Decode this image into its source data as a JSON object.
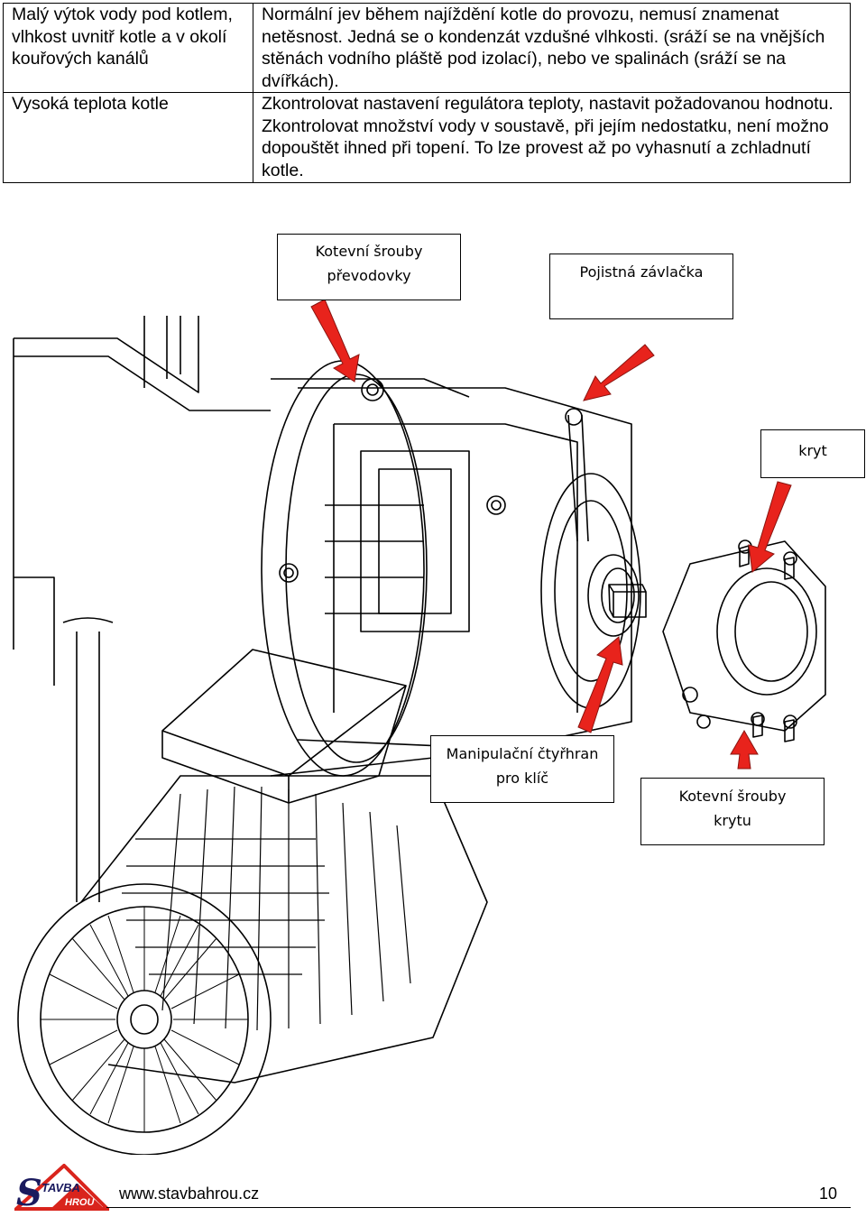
{
  "table": {
    "rows": [
      {
        "cause": "Malý výtok vody pod kotlem, vlhkost uvnitř kotle a v okolí kouřových kanálů",
        "remedy": "Normální jev během najíždění kotle do provozu, nemusí znamenat netěsnost. Jedná se o kondenzát vzdušné vlhkosti. (sráží se na vnějších stěnách vodního pláště pod izolací), nebo ve spalinách (sráží se na dvířkách)."
      },
      {
        "cause": "Vysoká teplota kotle",
        "remedy": "Zkontrolovat nastavení regulátora teploty, nastavit požadovanou hodnotu. Zkontrolovat množství vody v soustavě, při jejím nedostatku, není možno dopouštět ihned při topení. To lze provest až po vyhasnutí a zchladnutí kotle."
      }
    ]
  },
  "labels": {
    "gear_bolts_line1": "Kotevní šrouby",
    "gear_bolts_line2": "převodovky",
    "cotter_pin": "Pojistná závlačka",
    "cover": "kryt",
    "square_line1": "Manipulační čtyřhran",
    "square_line2": "pro klíč",
    "cover_bolts_line1": "Kotevní šrouby",
    "cover_bolts_line2": "krytu"
  },
  "footer": {
    "url": "www.stavbahrou.cz",
    "page": "10"
  },
  "logo": {
    "text_main": "TAVBA",
    "text_letter": "S",
    "text_sub": "HROU"
  },
  "colors": {
    "arrow": "#e8231c",
    "logo_red": "#d9241c"
  }
}
